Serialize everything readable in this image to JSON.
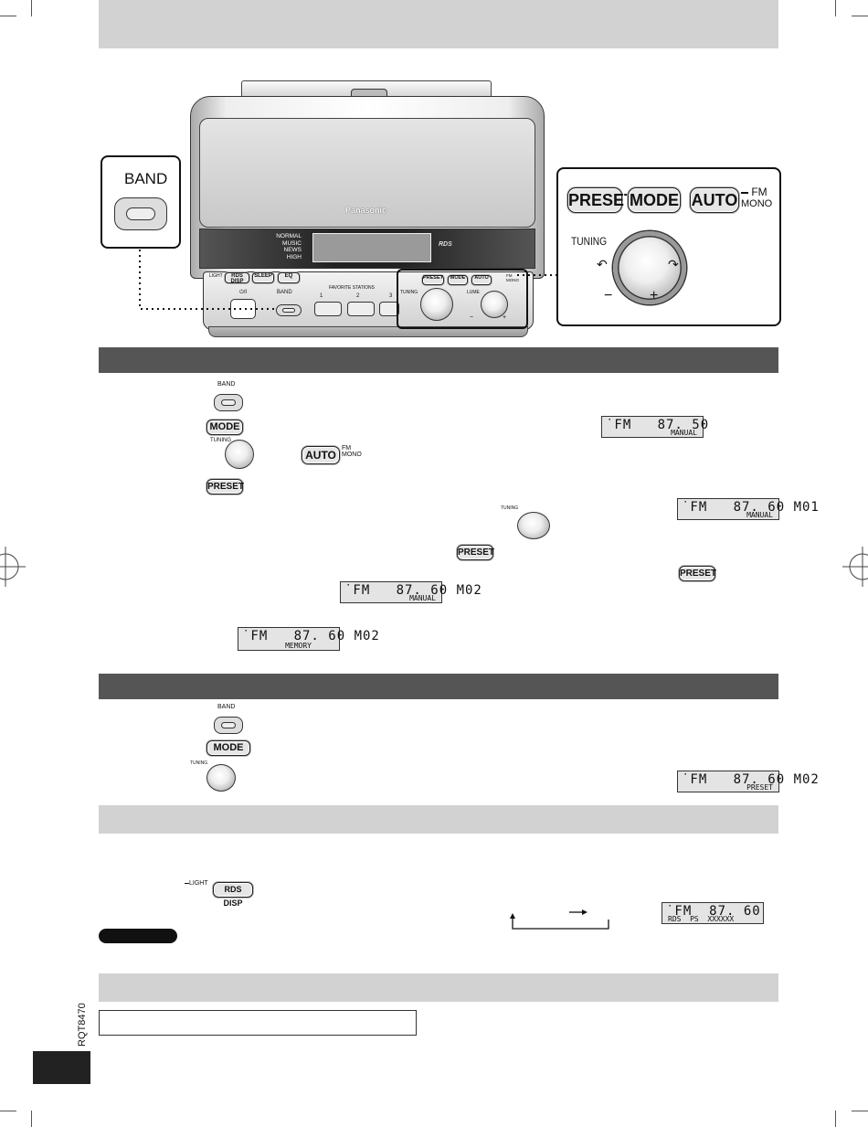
{
  "page_code": "RQT8470",
  "unit_panel": {
    "brand": "Panasonic",
    "rds_logo": "RDS",
    "eq_modes": [
      "NORMAL",
      "MUSIC",
      "NEWS",
      "HIGH"
    ],
    "light_label": "LIGHT",
    "top_buttons": [
      "RDS DISP",
      "SLEEP",
      "EQ"
    ],
    "power_label": "⏻/I",
    "band_label": "BAND",
    "favorite_label": "FAVORITE STATIONS",
    "favorite_numbers": [
      "1",
      "2",
      "3"
    ],
    "tuning_label": "TUNING",
    "volume_label": "LUME",
    "right_buttons": [
      "PRESET",
      "MODE",
      "AUTO"
    ],
    "fm_mono": [
      "FM",
      "MONO"
    ],
    "minus": "−",
    "plus": "+"
  },
  "callout_left": {
    "label": "BAND"
  },
  "callout_right": {
    "buttons": [
      "PRESET",
      "MODE",
      "AUTO"
    ],
    "fm": "FM",
    "mono": "MONO",
    "tuning": "TUNING",
    "minus": "−",
    "plus": "+"
  },
  "section1": {
    "band_label": "BAND",
    "mode_btn": "MODE",
    "tuning_label": "TUNING",
    "auto_btn": "AUTO",
    "fm": "FM",
    "mono": "MONO",
    "preset_btn": "PRESET",
    "displays": [
      {
        "line1": "˙FM   87. 50",
        "line2": "MANUAL"
      },
      {
        "line1": "˙FM   87. 60 M01",
        "line2": "MANUAL"
      },
      {
        "line1": "˙FM   87. 60 M02",
        "line2": "MANUAL"
      },
      {
        "line1": "˙FM   87. 60 M02",
        "line2": "MEMORY"
      }
    ]
  },
  "section2": {
    "band_label": "BAND",
    "mode_btn": "MODE",
    "tuning_label": "TUNING",
    "display": {
      "line1": "˙FM   87. 60 M02",
      "line2": "PRESET"
    }
  },
  "section3": {
    "light_label": "LIGHT",
    "rds_btn": "RDS DISP",
    "display": {
      "line1": "˙FM  87. 60",
      "line2": "RDS  PS  XXXXXX"
    }
  }
}
